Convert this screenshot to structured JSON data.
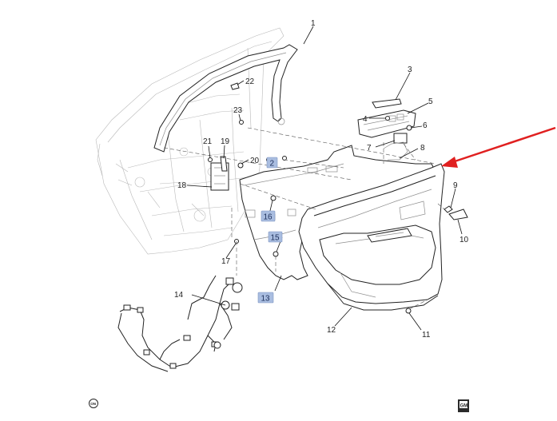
{
  "callouts": [
    {
      "id": "c1",
      "text": "1",
      "boxed": false
    },
    {
      "id": "c2",
      "text": "2",
      "boxed": true
    },
    {
      "id": "c3",
      "text": "3",
      "boxed": false
    },
    {
      "id": "c4",
      "text": "4",
      "boxed": false
    },
    {
      "id": "c5",
      "text": "5",
      "boxed": false
    },
    {
      "id": "c6",
      "text": "6",
      "boxed": false
    },
    {
      "id": "c7",
      "text": "7",
      "boxed": false
    },
    {
      "id": "c8",
      "text": "8",
      "boxed": false
    },
    {
      "id": "c9",
      "text": "9",
      "boxed": false
    },
    {
      "id": "c10",
      "text": "10",
      "boxed": false
    },
    {
      "id": "c11",
      "text": "11",
      "boxed": false
    },
    {
      "id": "c12",
      "text": "12",
      "boxed": false
    },
    {
      "id": "c13",
      "text": "13",
      "boxed": true
    },
    {
      "id": "c14",
      "text": "14",
      "boxed": false
    },
    {
      "id": "c15",
      "text": "15",
      "boxed": true
    },
    {
      "id": "c16",
      "text": "16",
      "boxed": true
    },
    {
      "id": "c17",
      "text": "17",
      "boxed": false
    },
    {
      "id": "c18",
      "text": "18",
      "boxed": false
    },
    {
      "id": "c19",
      "text": "19",
      "boxed": false
    },
    {
      "id": "c20",
      "text": "20",
      "boxed": false
    },
    {
      "id": "c21",
      "text": "21",
      "boxed": false
    },
    {
      "id": "c22",
      "text": "22",
      "boxed": false
    },
    {
      "id": "c23",
      "text": "23",
      "boxed": false
    }
  ],
  "logos": {
    "left_symbol": "ON",
    "right_brand": "GM"
  },
  "colors": {
    "arrow": "#e02020",
    "callout_box": "#a9bde0"
  },
  "icons": {
    "arrow": "red-pointer-arrow-icon",
    "left_logo": "circle-symbol-icon",
    "right_logo": "gm-logo-icon"
  }
}
